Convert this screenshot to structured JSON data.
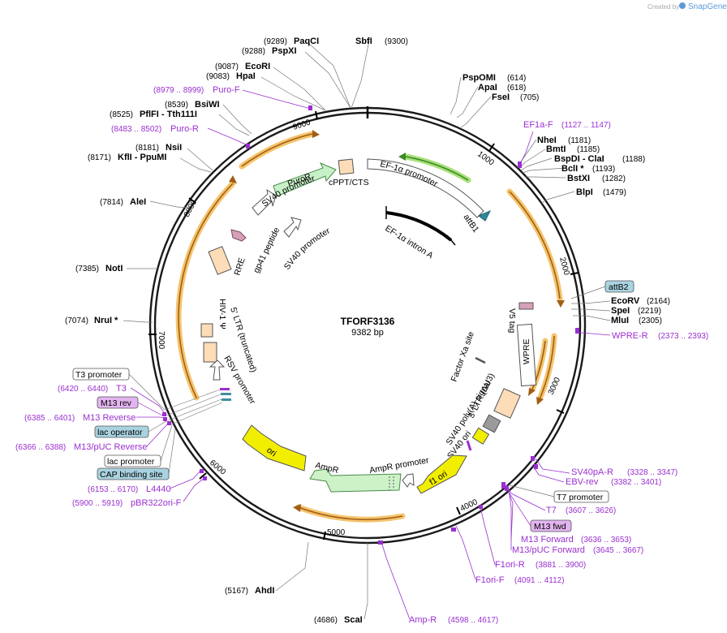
{
  "app": {
    "credit_text": "Created by",
    "brand_text": "SnapGene",
    "brand_icon": "snapgene-logo-icon",
    "accent_color": "#5a9bd6"
  },
  "plasmid": {
    "name": "TFORF3136",
    "length_text": "9382 bp",
    "length": 9382
  },
  "ticks": [
    "1000",
    "2000",
    "3000",
    "4000",
    "5000",
    "6000",
    "7000",
    "8000",
    "9000"
  ],
  "sites": [
    {
      "pos": "(9289)",
      "name": "PaqCI"
    },
    {
      "pos": "(9288)",
      "name": "PspXI"
    },
    {
      "pos": "(9087)",
      "name": "EcoRI"
    },
    {
      "pos": "(9083)",
      "name": "HpaI"
    },
    {
      "pos": "(8539)",
      "name": "BsiWI"
    },
    {
      "pos": "(8525)",
      "name": "PflFI - Tth111I"
    },
    {
      "pos": "(8181)",
      "name": "NsiI"
    },
    {
      "pos": "(8171)",
      "name": "KflI - PpuMI"
    },
    {
      "pos": "(7814)",
      "name": "AleI"
    },
    {
      "pos": "(7385)",
      "name": "NotI"
    },
    {
      "pos": "(7074)",
      "name": "NruI *"
    },
    {
      "pos": "(5167)",
      "name": "AhdI"
    },
    {
      "pos": "(4686)",
      "name": "ScaI"
    },
    {
      "pos": "(9300)",
      "name": "SbfI"
    },
    {
      "pos": "(614)",
      "name": "PspOMI"
    },
    {
      "pos": "(618)",
      "name": "ApaI"
    },
    {
      "pos": "(705)",
      "name": "FseI"
    },
    {
      "pos": "(1181)",
      "name": "NheI"
    },
    {
      "pos": "(1185)",
      "name": "BmtI"
    },
    {
      "pos": "(1188)",
      "name": "BspDI - ClaI"
    },
    {
      "pos": "(1193)",
      "name": "BclI *"
    },
    {
      "pos": "(1282)",
      "name": "BstXI"
    },
    {
      "pos": "(1479)",
      "name": "BlpI"
    },
    {
      "pos": "(2164)",
      "name": "EcoRV"
    },
    {
      "pos": "(2219)",
      "name": "SpeI"
    },
    {
      "pos": "(2305)",
      "name": "MluI"
    }
  ],
  "primers": [
    {
      "pos": "(8979 .. 8999)",
      "name": "Puro-F"
    },
    {
      "pos": "(8483 .. 8502)",
      "name": "Puro-R"
    },
    {
      "pos": "(1127 .. 1147)",
      "name": "EF1a-F"
    },
    {
      "pos": "(2373 .. 2393)",
      "name": "WPRE-R"
    },
    {
      "pos": "(3328 .. 3347)",
      "name": "SV40pA-R"
    },
    {
      "pos": "(3382 .. 3401)",
      "name": "EBV-rev"
    },
    {
      "pos": "(3607 .. 3626)",
      "name": "T7"
    },
    {
      "pos": "(3636 .. 3653)",
      "name": "M13 Forward"
    },
    {
      "pos": "(3645 .. 3667)",
      "name": "M13/pUC Forward"
    },
    {
      "pos": "(3881 .. 3900)",
      "name": "F1ori-R"
    },
    {
      "pos": "(4091 .. 4112)",
      "name": "F1ori-F"
    },
    {
      "pos": "(4598 .. 4617)",
      "name": "Amp-R"
    },
    {
      "pos": "(6420 .. 6440)",
      "name": "T3"
    },
    {
      "pos": "(6385 .. 6401)",
      "name": "M13 Reverse"
    },
    {
      "pos": "(6366 .. 6388)",
      "name": "M13/pUC Reverse"
    },
    {
      "pos": "(6153 .. 6170)",
      "name": "L4440"
    },
    {
      "pos": "(5900 .. 5919)",
      "name": "pBR322ori-F"
    }
  ],
  "boxes": [
    {
      "label": "attB2",
      "fill": "#a9d3e0"
    },
    {
      "label": "T7 promoter",
      "fill": "#ffffff"
    },
    {
      "label": "M13 fwd",
      "fill": "#e2b4f0"
    },
    {
      "label": "T3 promoter",
      "fill": "#ffffff"
    },
    {
      "label": "M13 rev",
      "fill": "#e2b4f0"
    },
    {
      "label": "lac operator",
      "fill": "#a9d3e0"
    },
    {
      "label": "lac promoter",
      "fill": "#ffffff"
    },
    {
      "label": "CAP binding site",
      "fill": "#a9d3e0"
    }
  ],
  "features": [
    "EF-1α promoter",
    "attB1",
    "EF-1α intron A",
    "cPPT/CTS",
    "PuroR",
    "SV40 promoter",
    "SV40 promoter",
    "gp41 peptide",
    "RRE",
    "5' LTR (truncated)",
    "HIV-1 Ψ",
    "RSV promoter",
    "V5 tag",
    "WPRE",
    "Factor Xa site",
    "3' LTR (ΔU3)",
    "SV40 poly(A) signal",
    "SV40 ori",
    "f1 ori",
    "AmpR promoter",
    "AmpR",
    "ori"
  ],
  "colors": {
    "orf_orange": "#f5c46b",
    "orf_line": "#a15e18",
    "orf_green": "#a8e07a",
    "puro_fill": "#c8f0c8",
    "ori_yellow": "#f2ee00",
    "ltr_fill": "#fddcb8",
    "primer_purple": "#9a2fd0",
    "attb_teal": "#3f8fa1",
    "amp_fill": "#cdf2c8"
  }
}
